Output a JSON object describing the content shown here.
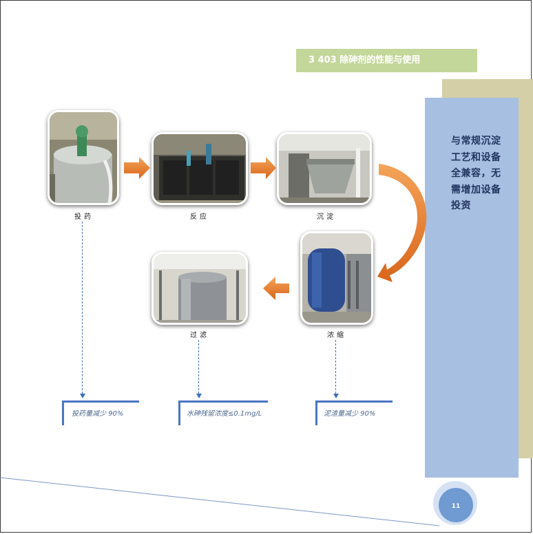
{
  "title": "3  403 除砷剂的性能与使用",
  "panel_text": "与常规沉淀工艺和设备全兼容，无需增加设备投资",
  "steps": [
    {
      "caption": "投药"
    },
    {
      "caption": "反应"
    },
    {
      "caption": "沉淀"
    },
    {
      "caption": "浓缩"
    },
    {
      "caption": "过滤"
    }
  ],
  "results": [
    "投药量减少 90%",
    "水砷残留浓度≤0.1mg/L",
    "泥渣量减少 90%"
  ],
  "page_number": "11",
  "colors": {
    "title_bg": "#c4d79b",
    "panel_blue": "#a7bfe1",
    "panel_tan": "#d4cfa6",
    "arrow_orange": "#e87722",
    "line_blue": "#4a74c4"
  }
}
